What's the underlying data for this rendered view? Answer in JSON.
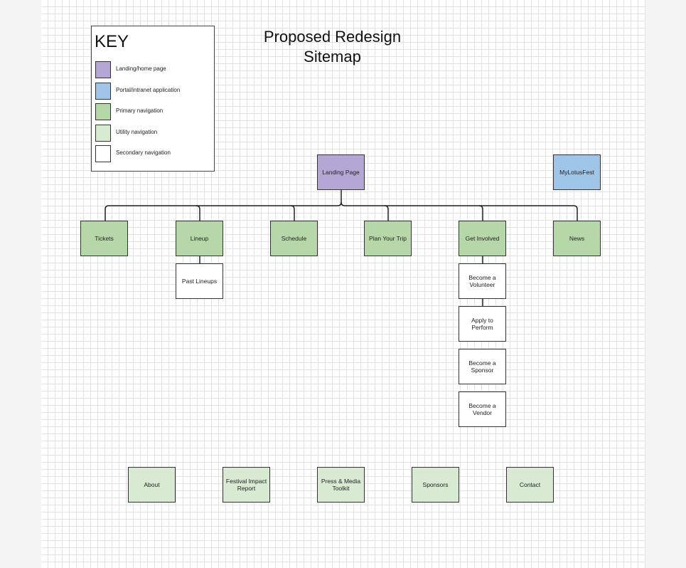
{
  "title": "Proposed Redesign\nSitemap",
  "colors": {
    "landing": "#b4a7d6",
    "portal": "#9fc5e8",
    "primary": "#b6d7a8",
    "utility": "#d9ead3",
    "secondary": "#ffffff"
  },
  "key": {
    "title": "KEY",
    "items": [
      {
        "label": "Landing/home page",
        "type": "landing"
      },
      {
        "label": "Portal/intranet application",
        "type": "portal"
      },
      {
        "label": "Primary navigation",
        "type": "primary"
      },
      {
        "label": "Utility navigation",
        "type": "utility"
      },
      {
        "label": "Secondary navigation",
        "type": "secondary"
      }
    ]
  },
  "nodes": {
    "landing": "Landing Page",
    "portal": "MyLotusFest",
    "primary": [
      "Tickets",
      "Lineup",
      "Schedule",
      "Plan Your Trip",
      "Get Involved",
      "News"
    ],
    "lineup_children": [
      "Past Lineups"
    ],
    "get_involved_children": [
      "Become a\nVolunteer",
      "Apply to\nPerform",
      "Become a\nSponsor",
      "Become a\nVendor"
    ],
    "utility": [
      "About",
      "Festival Impact\nReport",
      "Press & Media\nToolkit",
      "Sponsors",
      "Contact"
    ]
  }
}
